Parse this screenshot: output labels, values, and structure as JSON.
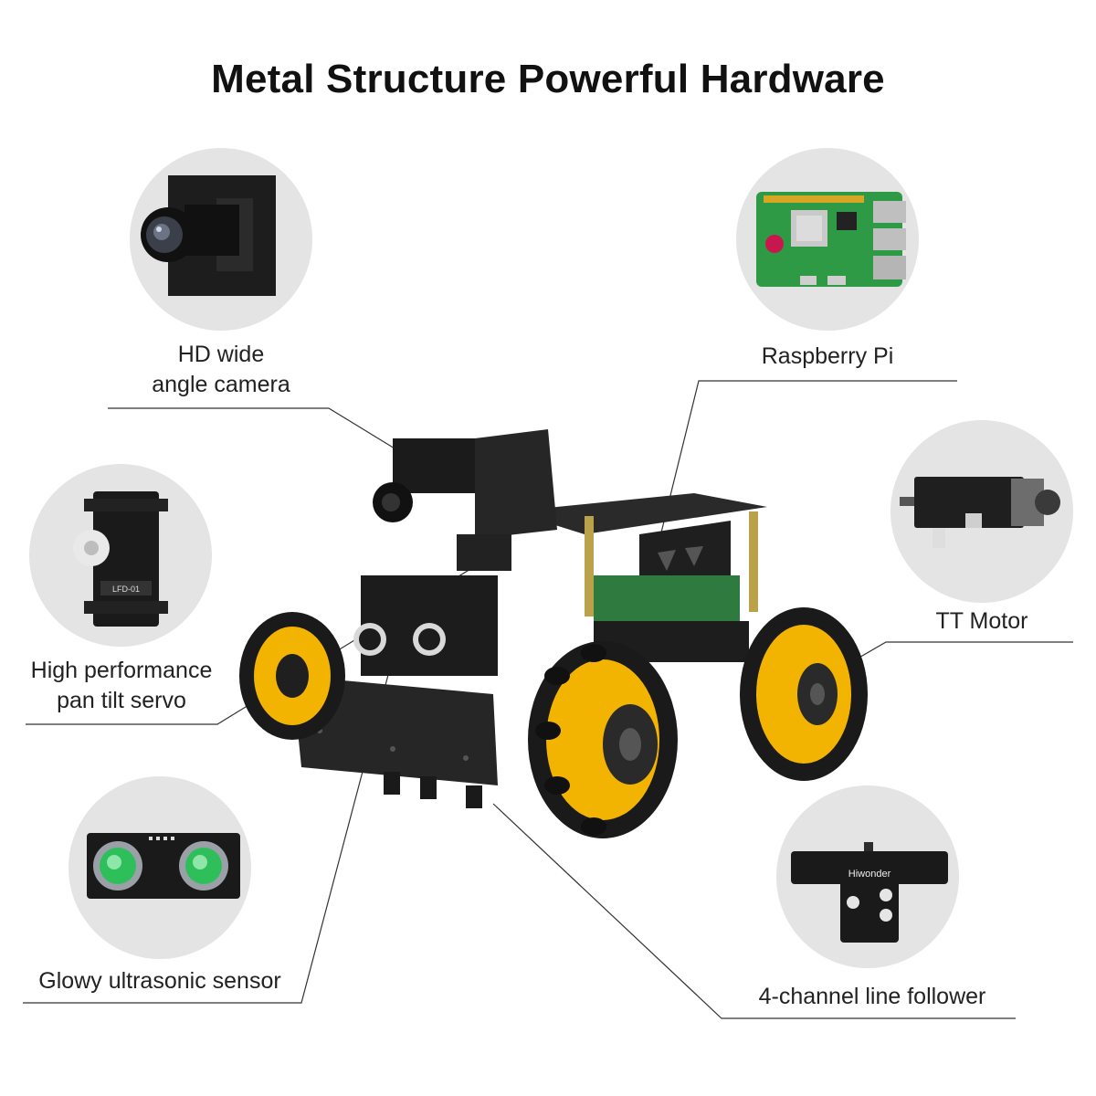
{
  "title": "Metal Structure Powerful Hardware",
  "features": {
    "camera": {
      "line1": "HD wide",
      "line2": "angle camera"
    },
    "raspberry_pi": {
      "label": "Raspberry Pi"
    },
    "servo": {
      "line1": "High performance",
      "line2": "pan tilt servo",
      "printed": "LFD-01"
    },
    "tt_motor": {
      "label": "TT Motor"
    },
    "ultrasonic": {
      "label": "Glowy ultrasonic sensor"
    },
    "line_follower": {
      "label": "4-channel line follower",
      "brand": "Hiwonder"
    }
  },
  "colors": {
    "wheel_yellow": "#f2b400",
    "metal_black": "#1c1c1c",
    "circle_bg": "#e4e4e4",
    "pcb_green": "#2f9a46",
    "sensor_glow": "#2fbf5a"
  }
}
